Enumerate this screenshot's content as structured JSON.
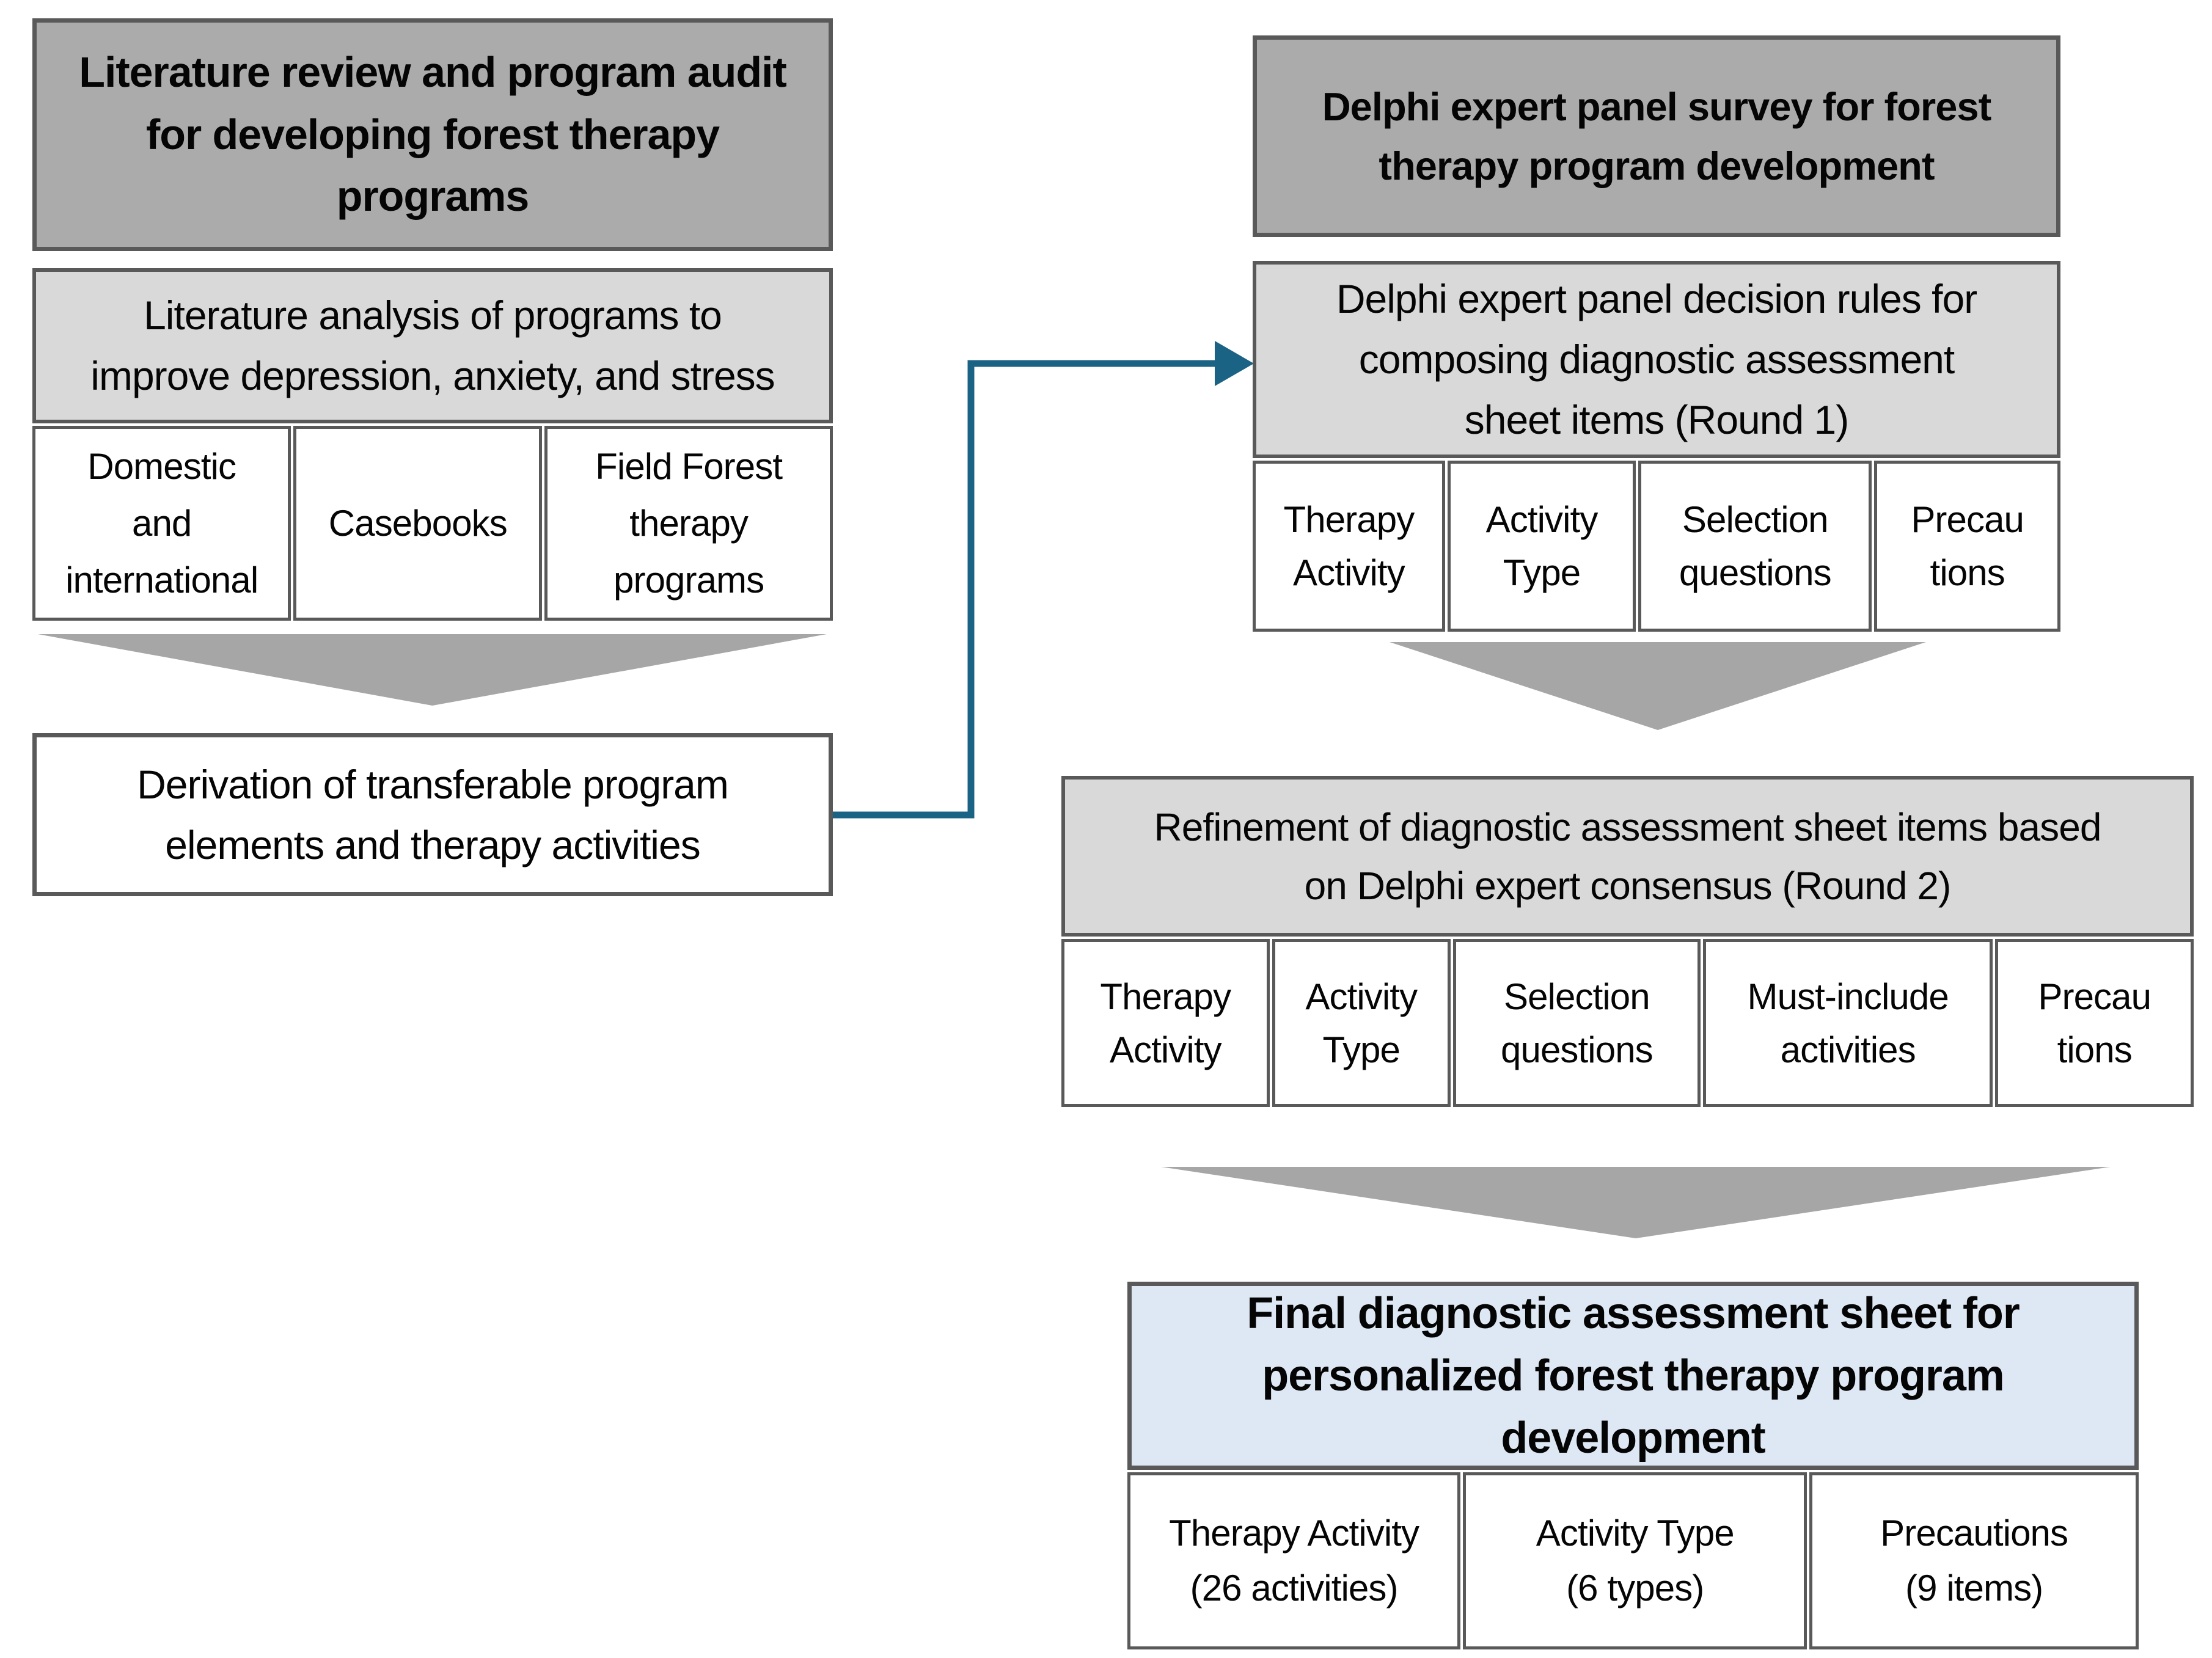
{
  "palette": {
    "header_gray": "#ABABAB",
    "panel_light_gray": "#D9D9D9",
    "panel_light_blue": "#DEE8F4",
    "border_gray": "#595959",
    "chevron_gray": "#A6A6A6",
    "connector_blue": "#1B6384",
    "text_black": "#050505"
  },
  "left": {
    "audit_header": "Literature review and program audit\nfor developing forest therapy\nprograms",
    "analysis": {
      "header": "Literature analysis of programs to\nimprove depression, anxiety, and stress",
      "cells": [
        "Domestic\nand\ninternational",
        "Casebooks",
        "Field Forest\ntherapy\nprograms"
      ]
    },
    "derivation": "Derivation of transferable program\nelements and therapy activities"
  },
  "right": {
    "survey_header": "Delphi expert panel survey for forest\ntherapy program development",
    "round1": {
      "header": "Delphi expert panel decision rules for\ncomposing diagnostic assessment\nsheet items (Round 1)",
      "cells": [
        "Therapy\nActivity",
        "Activity\nType",
        "Selection\nquestions",
        "Precau\ntions"
      ]
    },
    "round2": {
      "header": "Refinement of diagnostic assessment sheet items based\non Delphi expert consensus (Round 2)",
      "cells": [
        "Therapy\nActivity",
        "Activity\nType",
        "Selection\nquestions",
        "Must-include\nactivities",
        "Precau\ntions"
      ]
    },
    "final": {
      "header": "Final diagnostic assessment sheet for\npersonalized forest therapy program\ndevelopment",
      "cells": [
        "Therapy Activity\n(26 activities)",
        "Activity Type\n(6 types)",
        "Precautions\n(9 items)"
      ]
    }
  }
}
